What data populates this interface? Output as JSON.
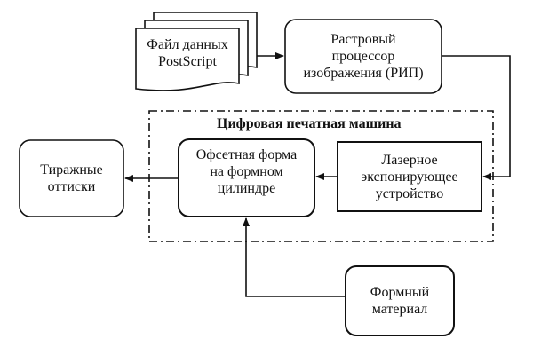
{
  "diagram": {
    "nodes": {
      "postscript": {
        "label": "Файл данных\nPostScript"
      },
      "rip": {
        "label": "Растровый\nпроцессор\nизображения (РИП)"
      },
      "laser": {
        "label": "Лазерное\nэкспонирующее\nустройство"
      },
      "offset": {
        "label": "Офсетная форма\nна формном\nцилиндре"
      },
      "prints": {
        "label": "Тиражные\nоттиски"
      },
      "material": {
        "label": "Формный\nматериал"
      }
    },
    "frame": {
      "title": "Цифровая печатная машина"
    }
  }
}
